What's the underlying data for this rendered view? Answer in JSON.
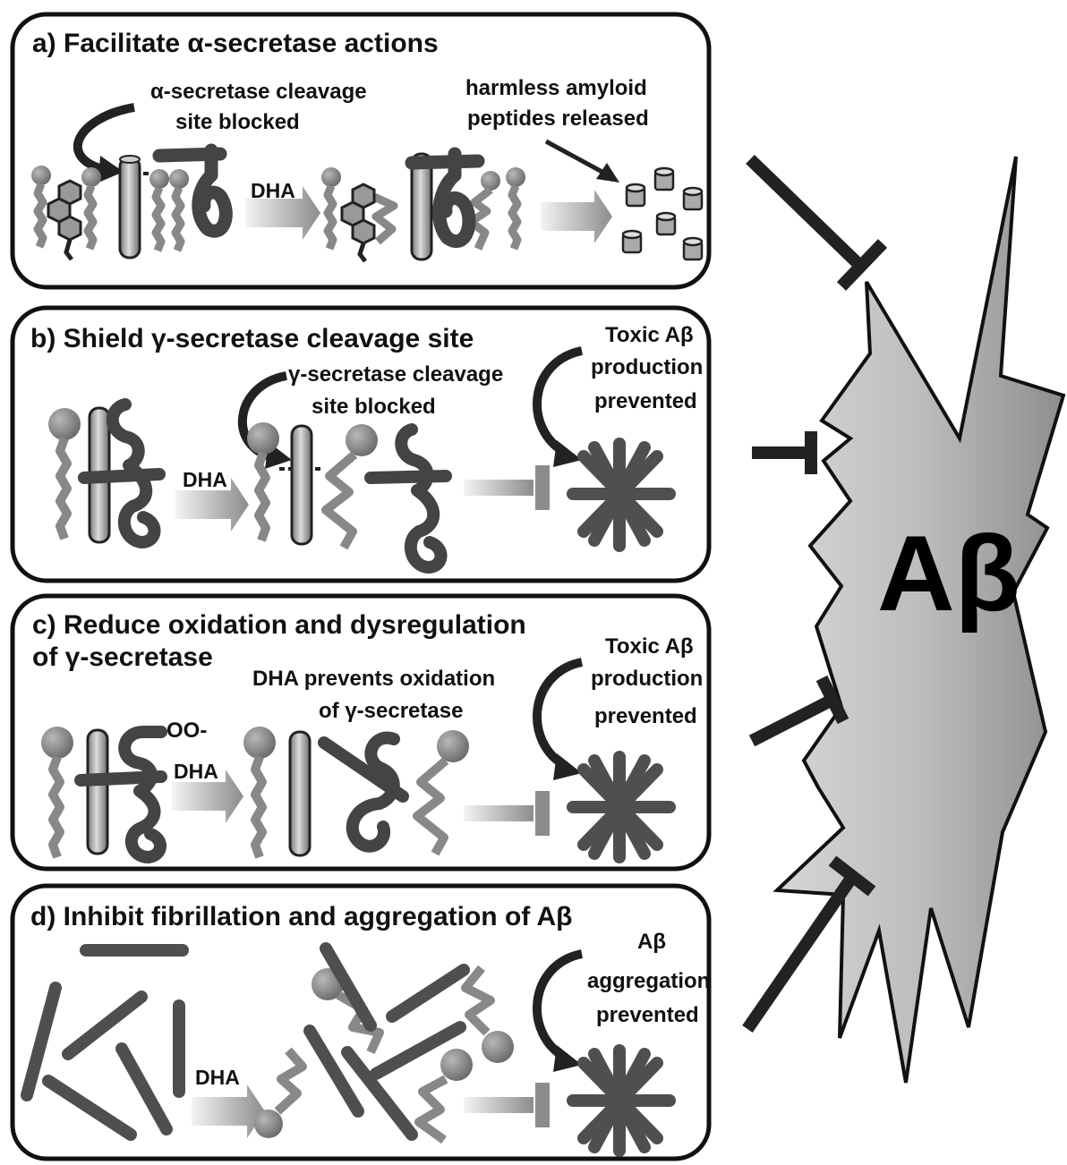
{
  "panels": {
    "a": {
      "title": "a) Facilitate α-secretase actions",
      "label1": [
        "α-secretase cleavage",
        "site blocked"
      ],
      "label2": [
        "harmless amyloid",
        "peptides released"
      ],
      "arrow_label": "DHA"
    },
    "b": {
      "title": "b) Shield γ-secretase cleavage site",
      "label1": [
        "γ-secretase cleavage",
        "site blocked"
      ],
      "label2": [
        "Toxic  Aβ",
        "production",
        "prevented"
      ],
      "arrow_label": "DHA"
    },
    "c": {
      "title": [
        "c) Reduce oxidation and dysregulation",
        "of γ-secretase"
      ],
      "label1": [
        "DHA prevents oxidation",
        "of γ-secretase"
      ],
      "label2": [
        "Toxic  Aβ",
        "production",
        "prevented"
      ],
      "peroxide_label": "OO-",
      "arrow_label": "DHA"
    },
    "d": {
      "title": "d) Inhibit fibrillation and aggregation of Aβ",
      "label2": [
        "Aβ",
        "aggregation",
        "prevented"
      ],
      "arrow_label": "DHA"
    }
  },
  "target": {
    "label": "Aβ"
  },
  "colors": {
    "outline": "#111111",
    "protein": "#4a4a4a",
    "lipid": "#8a8a8a",
    "fibril": "#4f4f4f",
    "starburst": "#b0b0b0"
  }
}
